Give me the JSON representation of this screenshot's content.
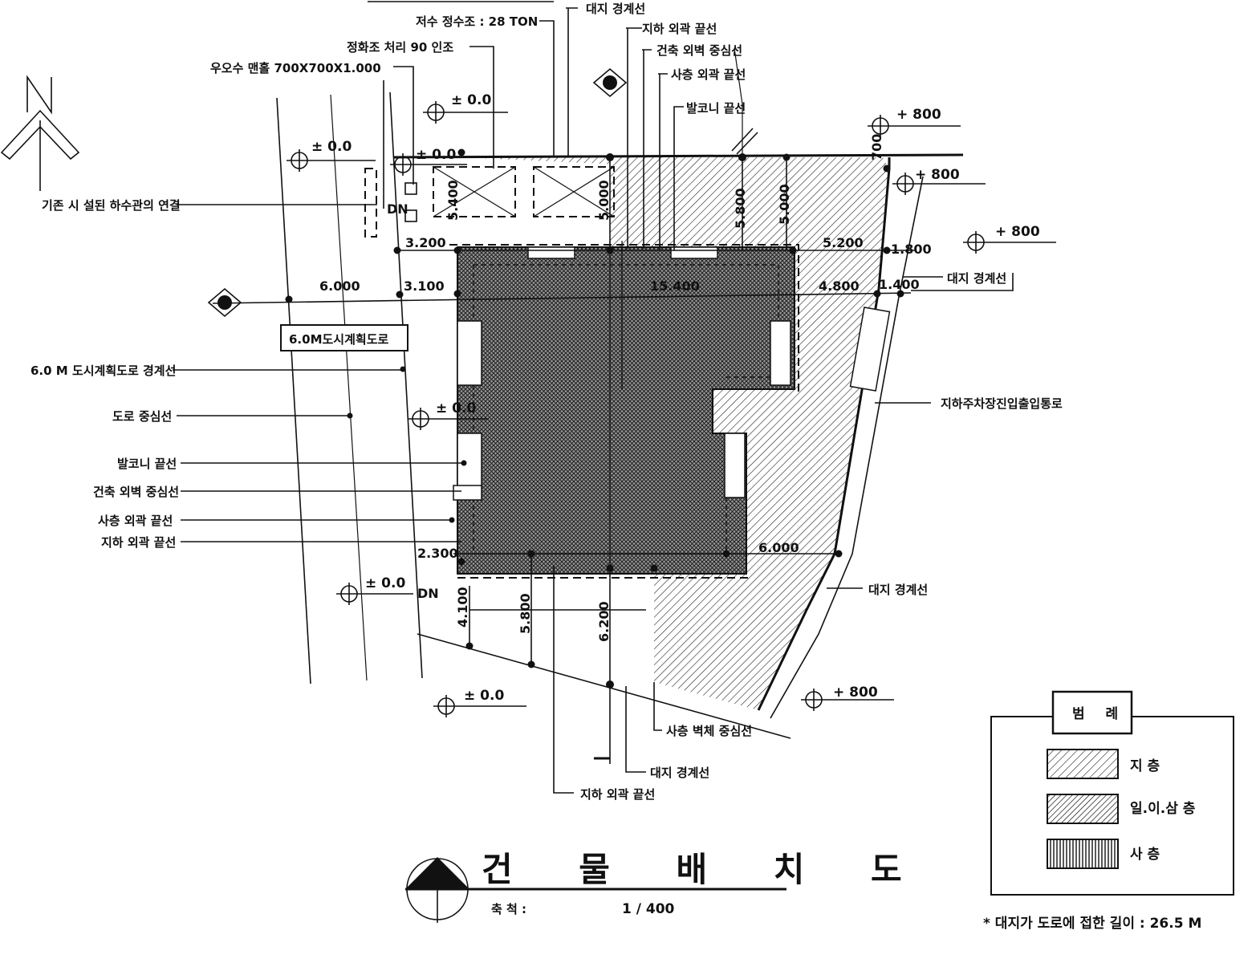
{
  "title": "건 물 배 치 도",
  "scale": {
    "label": "축 척 :",
    "value": "1 / 400"
  },
  "legend": {
    "title": "범 례",
    "items": [
      {
        "label": "지 층",
        "pattern": "diag-light"
      },
      {
        "label": "일.이.삼 층",
        "pattern": "diag-dense"
      },
      {
        "label": "사 층",
        "pattern": "vertical"
      }
    ]
  },
  "note": "* 대지가 도로에 접한 길이 : 26.5 M",
  "road_label": "6.0M도시계획도로",
  "callouts_top": [
    "대지 경계선",
    "저수 정수조 : 28 TON",
    "지하 외곽 끝선",
    "정화조 처리 90 인조",
    "건축 외벽 중심선",
    "우오수 맨홀 700X700X1.000",
    "사층 외곽 끝선",
    "발코니 끝선"
  ],
  "callouts_left": [
    "기존 시 설된 하수관의 연결",
    "6.0 M 도시계획도로 경계선",
    "도로 중심선",
    "발코니 끝선",
    "건축 외벽 중심선",
    "사층 외곽 끝선",
    "지하 외곽 끝선"
  ],
  "callouts_right": [
    "대지 경계선",
    "지하주차장진입출입통로",
    "대지 경계선"
  ],
  "callouts_bottom": [
    "사층 벽체 중심선",
    "대지 경계선",
    "지하 외곽 끝선"
  ],
  "levels": [
    "± 0.0",
    "± 0.0",
    "± 0.0",
    "± 0.0",
    "± 0.0",
    "± 0.0",
    "+ 800",
    "+ 800",
    "+ 800",
    "+ 800"
  ],
  "dimensions": [
    "3.200",
    "3.100",
    "6.000",
    "5.200",
    "1.800",
    "4.800",
    "1.400",
    "5.800",
    "5.000",
    "2.300",
    "4.100",
    "5.800",
    "6.200",
    "6.000",
    "5.400",
    "5.000",
    "15.400",
    "700",
    "DN"
  ],
  "north_symbol": "N"
}
